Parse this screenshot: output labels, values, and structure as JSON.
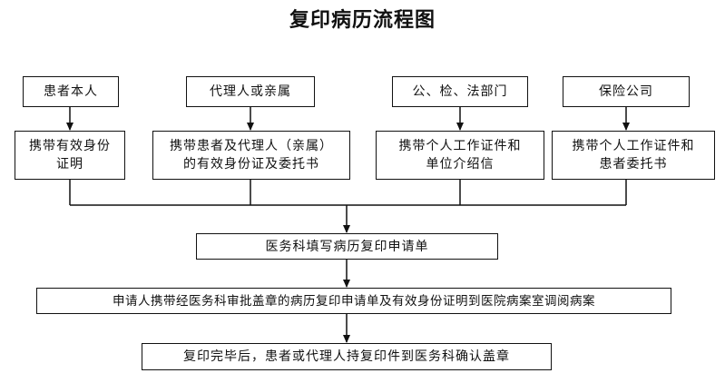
{
  "title": "复印病历流程图",
  "sources": [
    {
      "label": "患者本人",
      "requirement": "携带有效身份\n证明"
    },
    {
      "label": "代理人或亲属",
      "requirement": "携带患者及代理人（亲属）\n的有效身份证及委托书"
    },
    {
      "label": "公、检、法部门",
      "requirement": "携带个人工作证件和\n单位介绍信"
    },
    {
      "label": "保险公司",
      "requirement": "携带个人工作证件和\n患者委托书"
    }
  ],
  "steps": [
    "医务科填写病历复印申请单",
    "申请人携带经医务科审批盖章的病历复印申请单及有效身份证明到医院病案室调阅病案",
    "复印完毕后，患者或代理人持复印件到医务科确认盖章"
  ]
}
